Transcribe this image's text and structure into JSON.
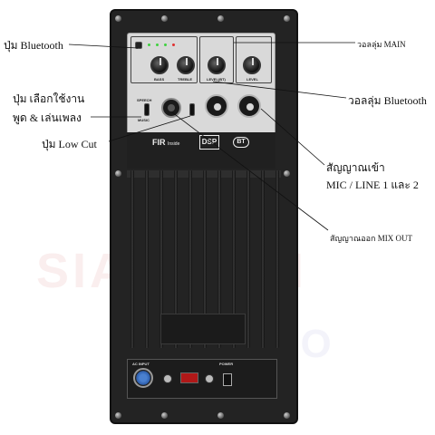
{
  "annotations": {
    "bluetooth_button": "ปุ่ม Bluetooth",
    "main_volume": "วอลลุ่ม MAIN",
    "mode_select_line1": "ปุ่ม เลือกใช้งาน",
    "mode_select_line2": "พูด & เล่นเพลง",
    "bluetooth_volume": "วอลลุ่ม Bluetooth",
    "low_cut": "ปุ่ม Low Cut",
    "input_line1": "สัญญาณเข้า",
    "input_line2": "MIC / LINE 1 และ 2",
    "mix_out": "สัญญาณออก MIX OUT"
  },
  "panel": {
    "bass_label": "BASS",
    "treble_label": "TREBLE",
    "level_bt_label": "LEVEL(BT)",
    "level_label": "LEVEL",
    "speech_label": "SPEECH",
    "music_label": "MUSIC",
    "fir_label": "FIR",
    "fir_sub": "Inside",
    "dsp_label": "DSP",
    "bt_logo": "BT",
    "ac_input_label": "AC INPUT",
    "power_label": "POWER"
  },
  "watermark": {
    "line1": "SIAMCHAI",
    "line2": "AUDIO"
  },
  "colors": {
    "module": "#232323",
    "panel": "#d9d9d9",
    "led_green": "#3fd13f",
    "led_red": "#e03030",
    "ac_connector": "#4a80d0",
    "switch_red": "#b01818"
  }
}
